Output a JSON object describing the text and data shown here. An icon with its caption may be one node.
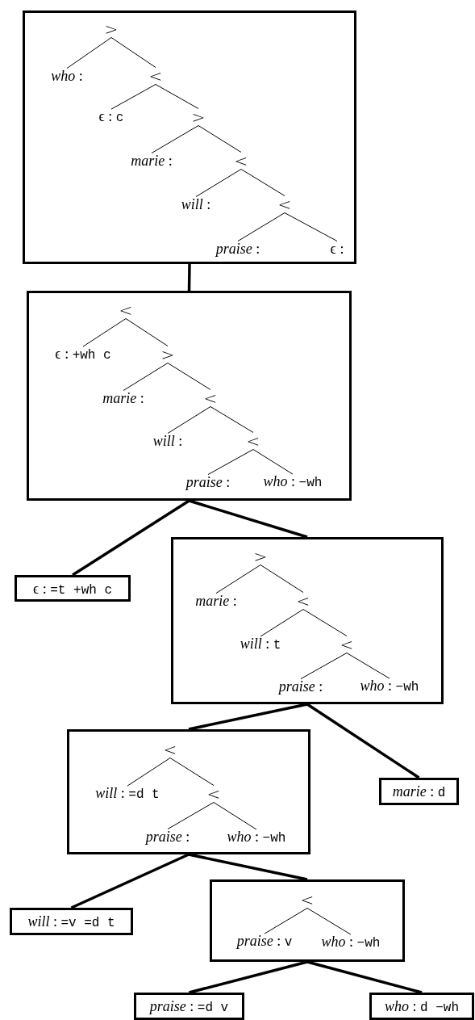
{
  "diagram": {
    "nodes": [
      {
        "text": [],
        "shape": "box"
      },
      {
        "text": [
          ">"
        ],
        "in": 0
      },
      {
        "text": [
          "*who* :"
        ],
        "in": 0
      },
      {
        "text": [
          "<"
        ],
        "in": 0
      },
      {
        "text": [
          "ϵ : c"
        ],
        "in": 0
      },
      {
        "text": [
          ">"
        ],
        "in": 0
      },
      {
        "text": [
          "*marie* :"
        ],
        "in": 0
      },
      {
        "text": [
          "<"
        ],
        "in": 0
      },
      {
        "text": [
          "*will* :"
        ],
        "in": 0
      },
      {
        "text": [
          "<"
        ],
        "in": 0
      },
      {
        "text": [
          "*praise* :"
        ],
        "in": 0
      },
      {
        "text": [
          "ϵ :"
        ],
        "in": 0
      },
      {
        "text": [],
        "shape": "box"
      },
      {
        "text": [
          "<"
        ],
        "in": 12
      },
      {
        "text": [
          "ϵ : +wh c"
        ],
        "in": 12
      },
      {
        "text": [
          ">"
        ],
        "in": 12
      },
      {
        "text": [
          "*marie* :"
        ],
        "in": 12
      },
      {
        "text": [
          "<"
        ],
        "in": 12
      },
      {
        "text": [
          "*will* :"
        ],
        "in": 12
      },
      {
        "text": [
          "<"
        ],
        "in": 12
      },
      {
        "text": [
          "*praise* :"
        ],
        "in": 12
      },
      {
        "text": [
          "*who* : −wh"
        ],
        "in": 12
      },
      {
        "text": [
          "ϵ : =t +wh c"
        ]
      },
      {
        "text": [],
        "shape": "box"
      },
      {
        "text": [
          ">"
        ],
        "in": 23
      },
      {
        "text": [
          "*marie* :"
        ],
        "in": 23
      },
      {
        "text": [
          "<"
        ],
        "in": 23
      },
      {
        "text": [
          "*will* : t"
        ],
        "in": 23
      },
      {
        "text": [
          "<"
        ],
        "in": 23
      },
      {
        "text": [
          "*praise* :"
        ],
        "in": 23
      },
      {
        "text": [
          "*who* : −wh"
        ],
        "in": 23
      },
      {
        "text": [],
        "shape": "box"
      },
      {
        "text": [
          "<"
        ],
        "in": 31
      },
      {
        "text": [
          "*will* : =d t"
        ],
        "in": 31
      },
      {
        "text": [
          "<"
        ],
        "in": 31
      },
      {
        "text": [
          "*praise* :"
        ],
        "in": 31
      },
      {
        "text": [
          "*who* : −wh"
        ],
        "in": 31
      },
      {
        "text": [
          "*marie* : d"
        ]
      },
      {
        "text": [
          "*will* : =v =d t"
        ]
      },
      {
        "text": [],
        "shape": "box"
      },
      {
        "text": [
          "<"
        ],
        "in": 39
      },
      {
        "text": [
          "*praise* : v"
        ],
        "in": 39
      },
      {
        "text": [
          "*who* : −wh"
        ],
        "in": 39
      },
      {
        "text": [
          "*praise* : =d v"
        ]
      },
      {
        "text": [
          "*who* : d −wh"
        ]
      }
    ],
    "edges": [
      {
        "from": 1,
        "to": 2,
        "arrow": "none"
      },
      {
        "from": 1,
        "to": 3,
        "arrow": "none"
      },
      {
        "from": 3,
        "to": 4,
        "arrow": "none"
      },
      {
        "from": 3,
        "to": 5,
        "arrow": "none"
      },
      {
        "from": 5,
        "to": 6,
        "arrow": "none"
      },
      {
        "from": 5,
        "to": 7,
        "arrow": "none"
      },
      {
        "from": 7,
        "to": 8,
        "arrow": "none"
      },
      {
        "from": 7,
        "to": 9,
        "arrow": "none"
      },
      {
        "from": 9,
        "to": 10,
        "arrow": "none"
      },
      {
        "from": 9,
        "to": 11,
        "arrow": "none"
      },
      {
        "from": 13,
        "to": 14,
        "arrow": "none"
      },
      {
        "from": 13,
        "to": 15,
        "arrow": "none"
      },
      {
        "from": 15,
        "to": 16,
        "arrow": "none"
      },
      {
        "from": 15,
        "to": 17,
        "arrow": "none"
      },
      {
        "from": 17,
        "to": 18,
        "arrow": "none"
      },
      {
        "from": 17,
        "to": 19,
        "arrow": "none"
      },
      {
        "from": 19,
        "to": 20,
        "arrow": "none"
      },
      {
        "from": 19,
        "to": 21,
        "arrow": "none"
      },
      {
        "from": 24,
        "to": 25,
        "arrow": "none"
      },
      {
        "from": 24,
        "to": 26,
        "arrow": "none"
      },
      {
        "from": 26,
        "to": 27,
        "arrow": "none"
      },
      {
        "from": 26,
        "to": 28,
        "arrow": "none"
      },
      {
        "from": 28,
        "to": 29,
        "arrow": "none"
      },
      {
        "from": 28,
        "to": 30,
        "arrow": "none"
      },
      {
        "from": 32,
        "to": 33,
        "arrow": "none"
      },
      {
        "from": 32,
        "to": 34,
        "arrow": "none"
      },
      {
        "from": 34,
        "to": 35,
        "arrow": "none"
      },
      {
        "from": 34,
        "to": 36,
        "arrow": "none"
      },
      {
        "from": 40,
        "to": 41,
        "arrow": "none"
      },
      {
        "from": 40,
        "to": 42,
        "arrow": "none"
      },
      {
        "from": 0,
        "to": 12,
        "arrow": "none",
        "style": "thick"
      },
      {
        "from": 12,
        "to": 22,
        "arrow": "none",
        "style": "thick"
      },
      {
        "from": 12,
        "to": 23,
        "arrow": "none",
        "style": "thick"
      },
      {
        "from": 23,
        "to": 31,
        "arrow": "none",
        "style": "thick"
      },
      {
        "from": 23,
        "to": 37,
        "arrow": "none",
        "style": "thick"
      },
      {
        "from": 31,
        "to": 38,
        "arrow": "none",
        "style": "thick"
      },
      {
        "from": 31,
        "to": 39,
        "arrow": "none",
        "style": "thick"
      },
      {
        "from": 39,
        "to": 43,
        "arrow": "none",
        "style": "thick"
      },
      {
        "from": 39,
        "to": 44,
        "arrow": "none",
        "style": "thick"
      }
    ]
  }
}
